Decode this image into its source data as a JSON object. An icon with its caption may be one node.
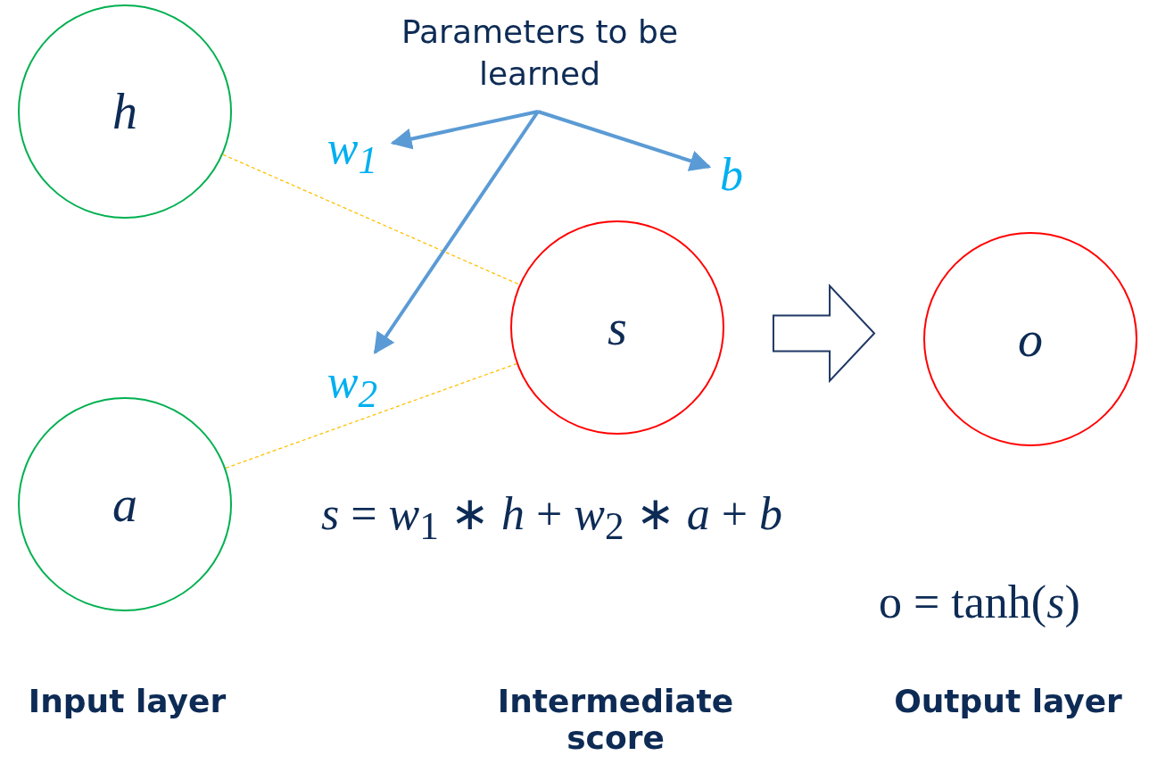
{
  "diagram": {
    "nodes": [
      {
        "text": [
          "h"
        ]
      },
      {
        "text": [
          "a"
        ]
      },
      {
        "text": [
          "s"
        ]
      },
      {
        "text": [
          "o"
        ]
      },
      {
        "text": [
          "Parameters to be learned"
        ]
      },
      {
        "text": [
          "w$_{1}$"
        ]
      },
      {
        "text": [
          "w$_{2}$"
        ]
      },
      {
        "text": [
          "b"
        ]
      }
    ],
    "edges": [
      {
        "from": 0,
        "to": 2,
        "arrow": "none",
        "style": "dashed",
        "color": "#ffc000"
      },
      {
        "from": 1,
        "to": 2,
        "arrow": "none",
        "style": "dashed",
        "color": "#ffc000"
      },
      {
        "from": 4,
        "to": 5,
        "arrow": "to"
      },
      {
        "from": 4,
        "to": 6,
        "arrow": "to"
      },
      {
        "from": 4,
        "to": 7,
        "arrow": "to"
      },
      {
        "from": 2,
        "to": 3,
        "arrow": "to",
        "style": "thick",
        "color": "#1f3864"
      }
    ],
    "labels": [
      "*s* = *w*$_{1}$ ∗ *h* + *w*$_{2}$ ∗ *a* + *b*",
      "o = tanh(*s*)",
      "Input layer",
      "Intermediate score",
      "Output layer"
    ]
  }
}
